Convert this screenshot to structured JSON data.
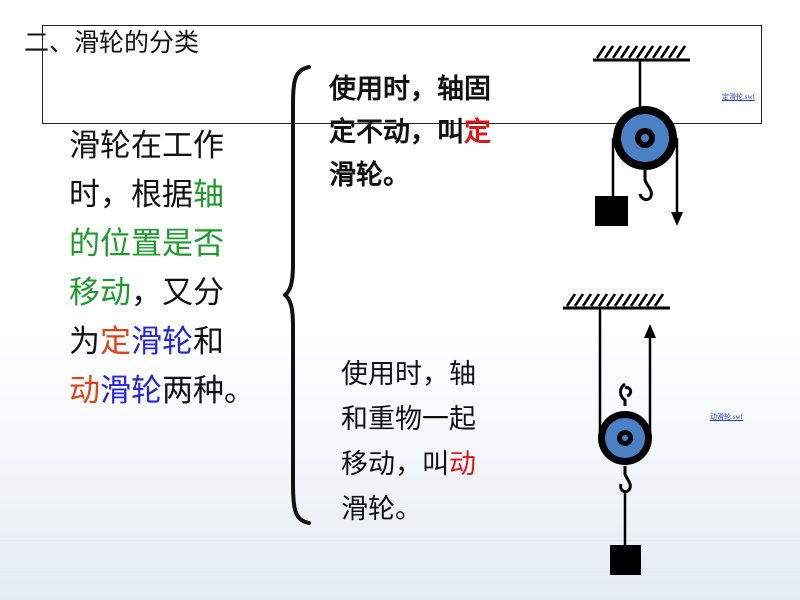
{
  "slide": {
    "title": "二、滑轮的分类",
    "left_text": {
      "line1": "滑轮在工作",
      "line2_a": "时，根据",
      "line2_b": "轴",
      "line3": "的位置是否",
      "line4_a": "移动",
      "line4_b": "，又分",
      "line5_a": "为",
      "line5_b": "定",
      "line5_c": "滑轮",
      "line5_d": "和",
      "line6_a": "动",
      "line6_b": "滑轮",
      "line6_c": "两种。"
    },
    "fixed_pulley": {
      "line1": "使用时，轴固",
      "line2_a": "定不动，叫",
      "line2_b": "定",
      "line3": "滑轮。",
      "file_link": "定滑轮.swf"
    },
    "moving_pulley": {
      "line1": "使用时，轴",
      "line2": "和重物一起",
      "line3_a": "移动，叫",
      "line3_b": "动",
      "line4": "滑轮。",
      "file_link": "动滑轮.swf"
    }
  },
  "colors": {
    "pulley_fill": "#4a80c4",
    "pulley_rim": "#000000",
    "keyword_green": "#1f9a2c",
    "keyword_blue": "#2525d8",
    "keyword_red": "#e01515",
    "keyword_orange_red": "#e0421b"
  }
}
